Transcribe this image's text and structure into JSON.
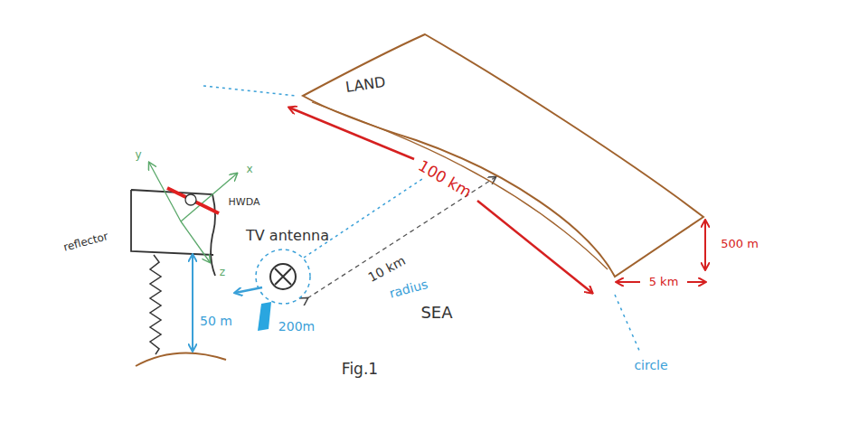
{
  "diagram": {
    "nodes": [
      {
        "text": [
          "LAND"
        ]
      }
    ],
    "labels": [
      "100 km",
      "500 m",
      "5 km",
      "10 km",
      "radius",
      "TV antenna",
      "SEA",
      "200m",
      "50 m",
      "reflector",
      "HWDA",
      "y",
      "x",
      "z",
      "Fig.1",
      "circle"
    ]
  }
}
